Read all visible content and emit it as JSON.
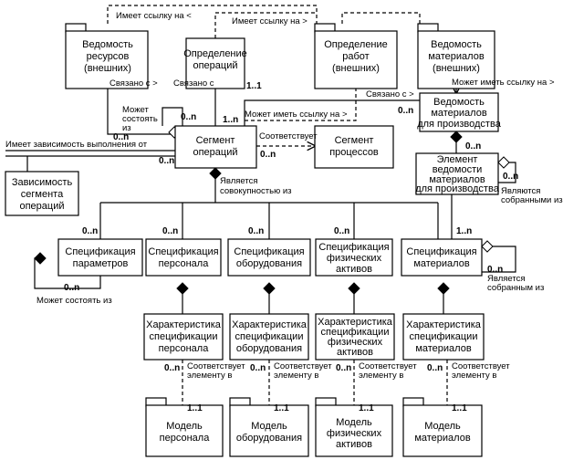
{
  "boxes": {
    "resources": [
      "Ведомость",
      "ресурсов",
      "(внешних)"
    ],
    "op_def": [
      "Определение",
      "операций"
    ],
    "work_def": [
      "Определение",
      "работ",
      "(внешних)"
    ],
    "materials": [
      "Ведомость",
      "материалов",
      "(внешних)"
    ],
    "prod_materials": [
      "Ведомость",
      "материалов",
      "для производства"
    ],
    "prod_element": [
      "Элемент",
      "ведомости",
      "материалов",
      "для производства"
    ],
    "segment": [
      "Сегмент",
      "операций"
    ],
    "process_segment": [
      "Сегмент",
      "процессов"
    ],
    "dependency": [
      "Зависимость",
      "сегмента",
      "операций"
    ],
    "param_spec": [
      "Спецификация",
      "параметров"
    ],
    "personnel_spec": [
      "Спецификация",
      "персонала"
    ],
    "equipment_spec": [
      "Спецификация",
      "оборудования"
    ],
    "asset_spec": [
      "Спецификация",
      "физических",
      "активов"
    ],
    "material_spec": [
      "Спецификация",
      "материалов"
    ],
    "personnel_char": [
      "Характеристика",
      "спецификации",
      "персонала"
    ],
    "equipment_char": [
      "Характеристика",
      "спецификации",
      "оборудования"
    ],
    "asset_char": [
      "Характеристика",
      "спецификации",
      "физических",
      "активов"
    ],
    "material_char": [
      "Характеристика",
      "спецификации",
      "материалов"
    ],
    "personnel_model": [
      "Модель",
      "персонала"
    ],
    "equipment_model": [
      "Модель",
      "оборудования"
    ],
    "asset_model": [
      "Модель",
      "физических",
      "активов"
    ],
    "material_model": [
      "Модель",
      "материалов"
    ]
  },
  "labels": {
    "has_ref_left": "Имеет ссылку на <",
    "has_ref_right": "Имеет ссылку на >",
    "linked_res": "Связано с >",
    "linked_op": "Связано с",
    "linked_mat": "Связано с >",
    "may_ref_mat": "Может иметь ссылку на >",
    "may_ref_work": "Может иметь ссылку на >",
    "may_consist": [
      "Может",
      "состоять",
      "из"
    ],
    "exec_dependency": "Имеет зависимость выполнения от",
    "corresponds": "Соответствует",
    "is_aggregate": [
      "Является",
      "совокупностью из"
    ],
    "assembled_top": [
      "Являются",
      "собранными из"
    ],
    "assembled_mat": [
      "Является",
      "собранным из"
    ],
    "may_consist_param": "Может состоять из",
    "corr_element_1": [
      "Соответствует",
      "элементу в"
    ],
    "corr_element_2": [
      "Соответствует",
      "элементу в"
    ],
    "corr_element_3": [
      "Соответствует",
      "элементу в"
    ],
    "corr_element_4": [
      "Соответствует",
      "элементу в"
    ]
  },
  "multiplicities": {
    "m_11_opdef": "1..1",
    "m_1n_seg": "1..n",
    "m_0n_self": "0..n",
    "m_0n_seg_left": "0..n",
    "m_0n_seg_left2": "0..n",
    "m_0n_proc": "0..n",
    "m_0n_prodmat": "0..n",
    "m_0n_elem": "0..n",
    "m_0n_elem_self": "0..n",
    "m_0n_param": "0..n",
    "m_0n_param_self": "0..n",
    "m_0n_pers": "0..n",
    "m_0n_equip": "0..n",
    "m_0n_asset": "0..n",
    "m_1n_mat": "1..n",
    "m_0n_mat_self": "0..n",
    "m_0n_pc": "0..n",
    "m_0n_ec": "0..n",
    "m_0n_ac": "0..n",
    "m_0n_mc": "0..n",
    "m_11_pm": "1..1",
    "m_11_em": "1..1",
    "m_11_am": "1..1",
    "m_11_mm": "1..1"
  }
}
